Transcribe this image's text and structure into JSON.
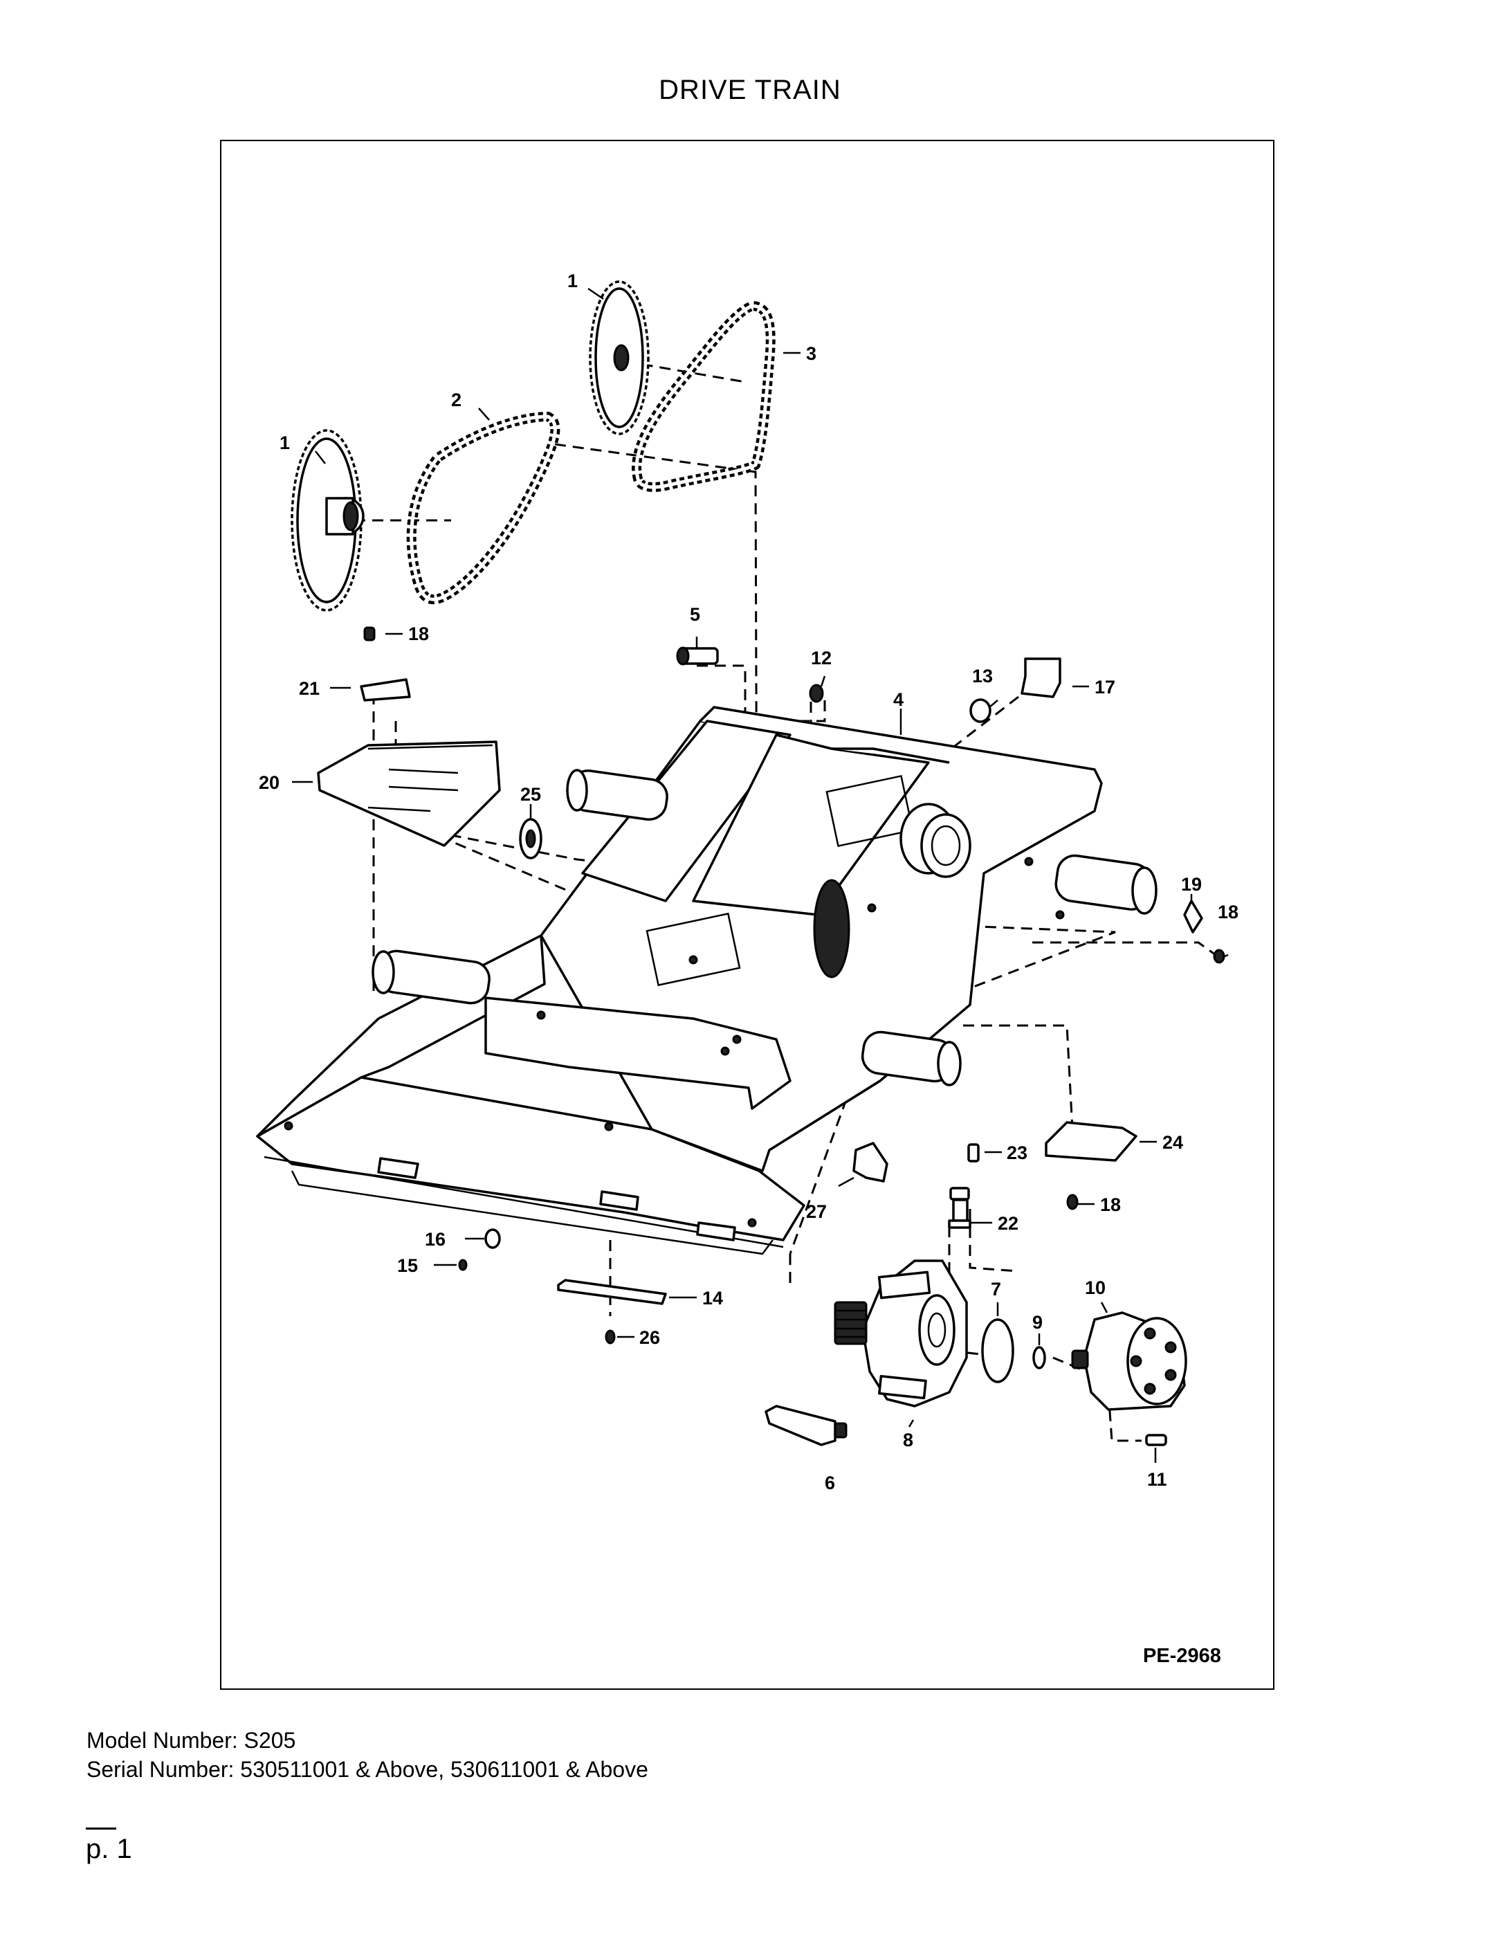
{
  "document": {
    "title": "DRIVE TRAIN",
    "drawing_code": "PE-2968",
    "model_line": "Model Number: S205",
    "serial_line": "Serial Number: 530511001 & Above, 530611001 & Above",
    "page_label": "p. 1"
  },
  "callouts": {
    "c1a": "1",
    "c1b": "1",
    "c2": "2",
    "c3": "3",
    "c4": "4",
    "c5": "5",
    "c6": "6",
    "c7": "7",
    "c8": "8",
    "c9": "9",
    "c10": "10",
    "c11": "11",
    "c12": "12",
    "c13": "13",
    "c14": "14",
    "c15": "15",
    "c16": "16",
    "c17": "17",
    "c18a": "18",
    "c18b": "18",
    "c18c": "18",
    "c19": "19",
    "c20": "20",
    "c21": "21",
    "c22": "22",
    "c23": "23",
    "c24": "24",
    "c25": "25",
    "c26": "26",
    "c27": "27"
  }
}
